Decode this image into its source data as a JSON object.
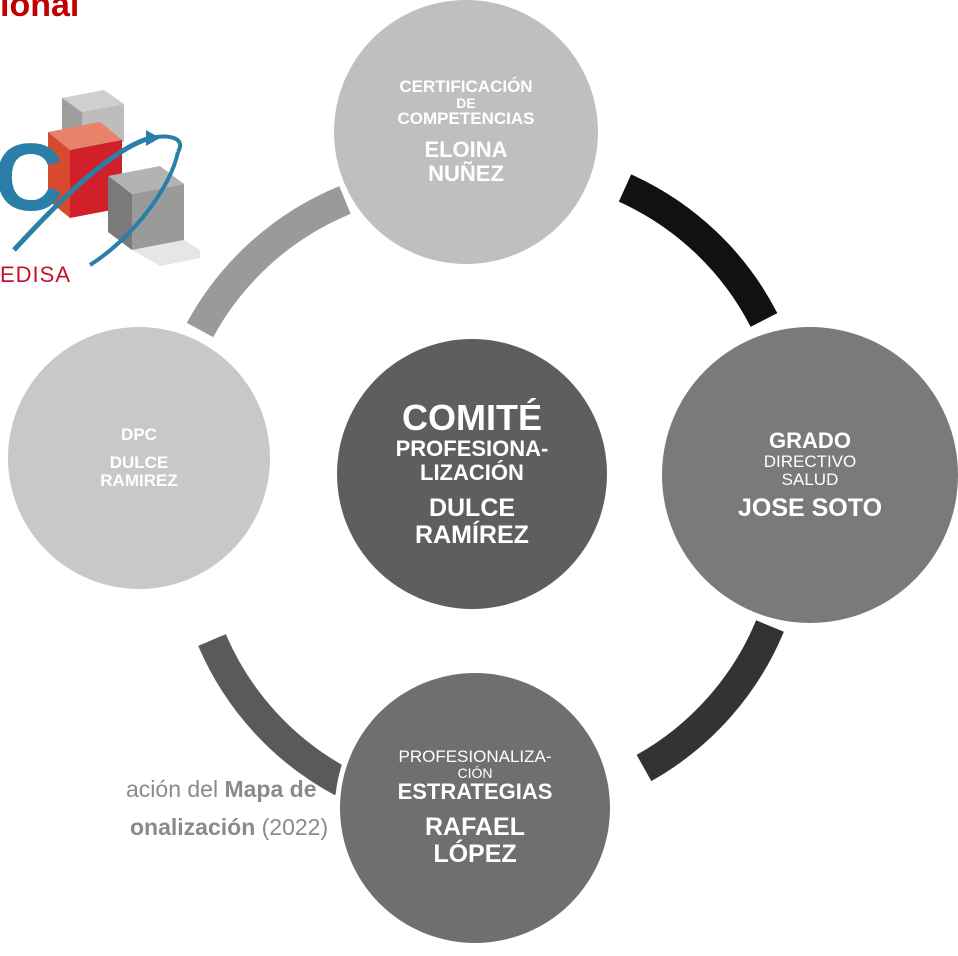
{
  "header": {
    "title": "ional"
  },
  "logo": {
    "letter": "C",
    "org_text": "EDISA"
  },
  "diagram": {
    "center": {
      "line1": "COMITÉ",
      "line2": "PROFESIONA-",
      "line3": "LIZACIÓN",
      "name1": "DULCE",
      "name2": "RAMÍREZ"
    },
    "top": {
      "line1": "CERTIFICACIÓN",
      "line2": "DE",
      "line3": "COMPETENCIAS",
      "name1": "ELOINA",
      "name2": "NUÑEZ"
    },
    "right": {
      "line1": "GRADO",
      "line2": "DIRECTIVO",
      "line3": "SALUD",
      "name": "JOSE SOTO"
    },
    "bottom": {
      "line1": "PROFESIONALIZA-",
      "line2": "CIÓN",
      "line3": "ESTRATEGIAS",
      "name1": "RAFAEL",
      "name2": "LÓPEZ"
    },
    "left": {
      "line1": "DPC",
      "name1": "DULCE",
      "name2": "RAMIREZ"
    },
    "colors": {
      "top": "#bfbfbf",
      "left": "#c8c8c8",
      "center": "#5e5e5e",
      "right": "#7a7a7a",
      "bottom": "#6f6f6f",
      "arc_top_right": "#111111",
      "arc_right_bottom": "#333333",
      "arc_bottom_left": "#5a5a5a",
      "arc_left_top": "#9a9a9a"
    }
  },
  "footnote": {
    "line1_prefix": "ación del ",
    "line1_bold": "Mapa de",
    "line2_bold": "onalización",
    "line2_suffix": " (2022)"
  }
}
